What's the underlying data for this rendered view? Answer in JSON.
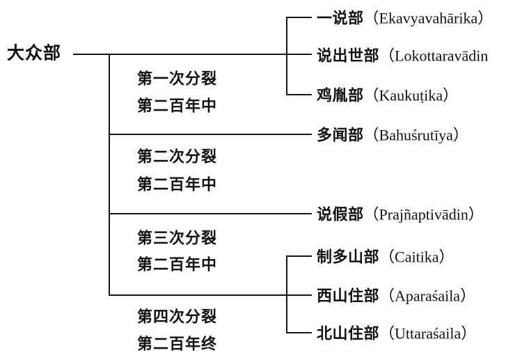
{
  "root": {
    "label": "大众部"
  },
  "splits": [
    {
      "name": "第一次分裂",
      "period": "第二百年中"
    },
    {
      "name": "第二次分裂",
      "period": "第二百年中"
    },
    {
      "name": "第三次分裂",
      "period": "第二百年中"
    },
    {
      "name": "第四次分裂",
      "period": "第二百年终"
    }
  ],
  "branches": [
    {
      "zh": "一说部",
      "latin": "（Ekavyavahārika）"
    },
    {
      "zh": "说出世部",
      "latin": "（Lokottaravādin"
    },
    {
      "zh": "鸡胤部",
      "latin": "（Kaukuṭika）"
    },
    {
      "zh": "多闻部",
      "latin": "（Bahuśrutīya）"
    },
    {
      "zh": "说假部",
      "latin": "（Prajñaptivādin）"
    },
    {
      "zh": "制多山部",
      "latin": "（Caitika）"
    },
    {
      "zh": "西山住部",
      "latin": "（Aparaśaila）"
    },
    {
      "zh": "北山住部",
      "latin": "（Uttaraśaila）"
    }
  ],
  "colors": {
    "background": "#ffffff",
    "line": "#161616",
    "text": "#111111"
  }
}
